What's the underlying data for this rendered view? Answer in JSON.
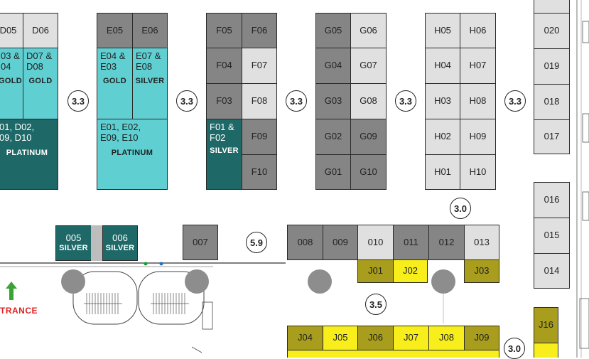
{
  "booths": {
    "d05": "D05",
    "d06": "D06",
    "d03": {
      "line1": "03 &",
      "line2": "04",
      "tier": "GOLD"
    },
    "d07": {
      "line1": "D07 &",
      "line2": "D08",
      "tier": "GOLD"
    },
    "d01": {
      "line1": "01, D02,",
      "line2": "09, D10",
      "tier": "PLATINUM"
    },
    "e05": "E05",
    "e06": "E06",
    "e04": {
      "line1": "E04 &",
      "line2": "E03",
      "tier": "GOLD"
    },
    "e07": {
      "line1": "E07 &",
      "line2": "E08",
      "tier": "SILVER"
    },
    "e01": {
      "line1": "E01, E02,",
      "line2": "E09, E10",
      "tier": "PLATINUM"
    },
    "f05": "F05",
    "f06": "F06",
    "f04": "F04",
    "f07": "F07",
    "f03": "F03",
    "f08": "F08",
    "f01": {
      "line1": "F01 &",
      "line2": "F02",
      "tier": "SILVER"
    },
    "f09": "F09",
    "f10": "F10",
    "g05": "G05",
    "g06": "G06",
    "g04": "G04",
    "g07": "G07",
    "g03": "G03",
    "g08": "G08",
    "g02": "G02",
    "g09": "G09",
    "g01": "G01",
    "g10": "G10",
    "h05": "H05",
    "h06": "H06",
    "h04": "H04",
    "h07": "H07",
    "h03": "H03",
    "h08": "H08",
    "h02": "H02",
    "h09": "H09",
    "h01": "H01",
    "h10": "H10",
    "b020": "020",
    "b019": "019",
    "b018": "018",
    "b017": "017",
    "b016": "016",
    "b015": "015",
    "b014": "014",
    "b005": {
      "num": "005",
      "tier": "SILVER"
    },
    "b006": {
      "num": "006",
      "tier": "SILVER"
    },
    "b007": "007",
    "b008": "008",
    "b009": "009",
    "b010": "010",
    "b011": "011",
    "b012": "012",
    "b013": "013",
    "j01": "J01",
    "j02": "J02",
    "j03": "J03",
    "j04": "J04",
    "j05": "J05",
    "j06": "J06",
    "j07": "J07",
    "j08": "J08",
    "j09": "J09",
    "j16": "J16"
  },
  "distances": {
    "aisle_d_e": "3.3",
    "aisle_e_f": "3.3",
    "aisle_f_g": "3.3",
    "aisle_g_h": "3.3",
    "aisle_h_right": "3.3",
    "above_013": "3.0",
    "left_008": "5.9",
    "below_j01": "3.5",
    "right_j09": "3.0"
  },
  "entrance_label": "TRANCE",
  "colors": {
    "platinum_teal": "#1f6868",
    "gold_cyan": "#5fcfd2",
    "booth_gray": "#858585",
    "booth_light": "#e0e0e0",
    "booth_olive": "#a89d1c",
    "booth_yellow": "#f7ee1c",
    "entrance_red": "#e02020"
  }
}
